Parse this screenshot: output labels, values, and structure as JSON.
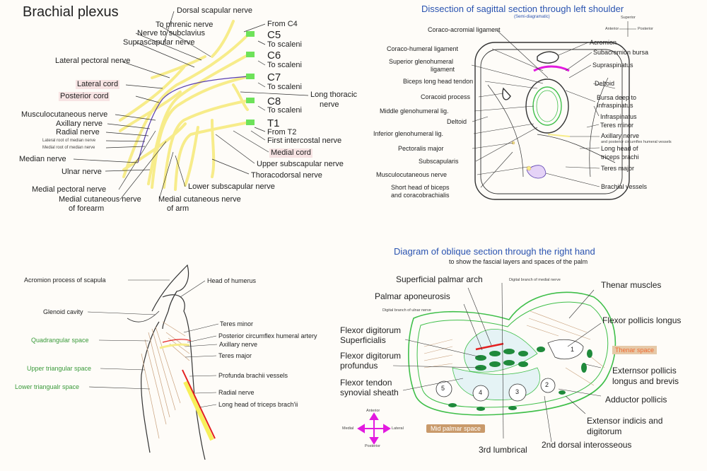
{
  "colors": {
    "nerve_yellow": "#f7ec8a",
    "cord_purple": "#5a3fb0",
    "root_green": "#6ee25a",
    "title_blue": "#2a53b0",
    "label_green": "#3a9a3a",
    "magenta": "#e21adf",
    "muscle_brown": "#c9a27e",
    "fascia_green": "#3fbf4a",
    "space_tan": "#c99a6b"
  },
  "icons": [
    "compass-rose-icon"
  ],
  "brachial": {
    "title": "Brachial plexus",
    "labels": {
      "dorsal_scapular": "Dorsal scapular nerve",
      "to_phrenic": "To phrenic nerve",
      "nerve_subclavius": "Nerve to subclavius",
      "suprascapular": "Suprascapular nerve",
      "lateral_pectoral": "Lateral pectoral nerve",
      "lateral_cord": "Lateral cord",
      "posterior_cord": "Posterior cord",
      "musculocutaneous": "Musculocutaneous nerve",
      "axillary": "Axillary nerve",
      "radial": "Radial nerve",
      "lat_root_median": "Lateral root of median nerve",
      "med_root_median": "Medial root of median nerve",
      "median": "Median nerve",
      "ulnar": "Ulnar nerve",
      "medial_pectoral": "Medial pectoral nerve",
      "med_cut_forearm_1": "Medial cutaneous nerve",
      "med_cut_forearm_2": "of forearm",
      "med_cut_arm_1": "Medial cutaneous nerve",
      "med_cut_arm_2": "of arm",
      "lower_subscap": "Lower subscapular nerve",
      "thoracodorsal": "Thoracodorsal nerve",
      "upper_subscap": "Upper subscapular nerve",
      "medial_cord": "Medial cord",
      "first_intercostal": "First intercostal nerve",
      "from_t2": "From T2",
      "long_thoracic_1": "Long thoracic",
      "long_thoracic_2": "nerve",
      "from_c4": "From C4",
      "c5": "C5",
      "c6": "C6",
      "c7": "C7",
      "c8": "C8",
      "t1": "T1",
      "to_scaleni": "To scaleni"
    }
  },
  "shoulder": {
    "title": "Dissection of sagittal section through left shoulder",
    "subtitle": "(Semi-diagramatic)",
    "orient": {
      "superior": "Superior",
      "anterior": "Anterior",
      "posterior": "Posterior"
    },
    "labels": {
      "coraco_acromial": "Coraco-acromial ligament",
      "acromion": "Acromion",
      "coraco_humeral": "Coraco-humeral ligament",
      "subacromion_bursa": "Subacromion bursa",
      "sup_gleno_1": "Superior glenohumeral",
      "sup_gleno_2": "ligament",
      "supraspinatus": "Supraspinatus",
      "biceps_tendon": "Biceps long head tendon",
      "deltoid_r": "Deltoid",
      "coracoid": "Coracoid process",
      "bursa_1": "Bursa deep to",
      "bursa_2": "Infraspinatus",
      "mid_gleno": "Middle glenohumeral lig.",
      "infraspinatus": "Infraspinatus",
      "deltoid_l": "Deltoid",
      "teres_minor": "Teres minor",
      "inf_gleno": "Inferior glenohumeral lig.",
      "axillary": "Axillary nerve",
      "axillary_small": "and posterior circumflex humeral vessels",
      "pect_major": "Pectoralis major",
      "long_triceps_1": "Long head of",
      "long_triceps_2": "triceps brachi",
      "subscapularis": "Subscapularis",
      "teres_major": "Teres major",
      "musculocut": "Musculocutaneous nerve",
      "brachial_vessels": "Brachial vessels",
      "short_biceps_1": "Short head of biceps",
      "short_biceps_2": "and coracobrachialis"
    }
  },
  "posterior": {
    "labels": {
      "acromion": "Acromion process of scapula",
      "head_humerus": "Head of humerus",
      "glenoid": "Glenoid cavity",
      "teres_minor": "Teres minor",
      "post_circ": "Posterior circumflex humeral artery",
      "quadrangular": "Quadrangular space",
      "axillary": "Axillary nerve",
      "teres_major": "Teres major",
      "upper_tri": "Upper triangular space",
      "profunda": "Profunda brachii vessels",
      "lower_tri": "Lower triangualr space",
      "radial": "Radial nerve",
      "long_triceps": "Long head of triceps brach'ii"
    }
  },
  "hand": {
    "title": "Diagram of oblique section through the right hand",
    "subtitle": "to show the fascial layers and spaces of the palm",
    "labels": {
      "sup_palmar_arch": "Superficial palmar arch",
      "digital_median": "Digital branch of medial nerve",
      "thenar_muscles": "Thenar muscles",
      "palmar_apo": "Palmar aponeurosis",
      "digital_ulnar": "Digital branch of ulnar nerve",
      "fpl": "Flexor pollicis longus",
      "fds_1": "Flexor digitorum",
      "fds_2": "Superficialis",
      "thenar_space": "Thenar space",
      "fdp_1": "Flexor digitorum",
      "fdp_2": "profundus",
      "epl_1": "Externsor pollicis",
      "epl_2": "longus and brevis",
      "fts_1": "Flexor tendon",
      "fts_2": "synovial sheath",
      "adductor": "Adductor pollicis",
      "eid_1": "Extensor indicis and",
      "eid_2": "digitorum",
      "mid_palmar": "Mid palmar space",
      "lumbrical": "3rd lumbrical",
      "dorsal_int": "2nd dorsal interosseous",
      "n5": "5",
      "n4": "4",
      "n3": "3",
      "n2": "2",
      "n1": "1",
      "compass_anterior": "Anterior",
      "compass_medial": "Medial",
      "compass_lateral": "Lateral",
      "compass_posterior": "Posterior"
    }
  }
}
